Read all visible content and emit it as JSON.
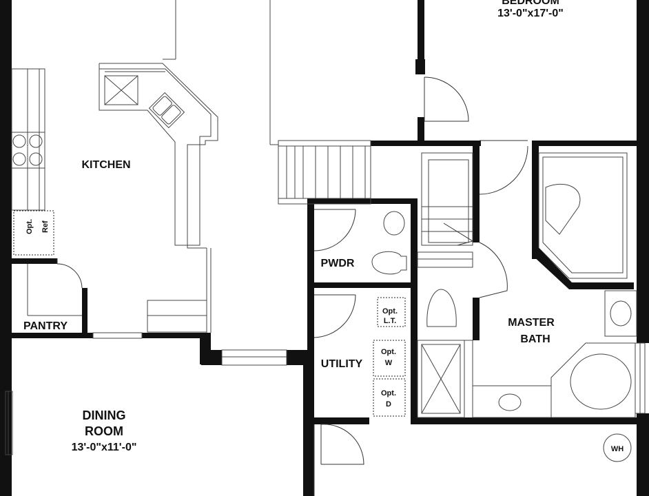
{
  "rooms": {
    "bedroom_name": "BEDROOM",
    "bedroom_size": "13'-0\"x17'-0\"",
    "kitchen": "KITCHEN",
    "pantry": "PANTRY",
    "pwdr": "PWDR",
    "utility": "UTILITY",
    "master_bath_line1": "MASTER",
    "master_bath_line2": "BATH",
    "dining_line1": "DINING",
    "dining_line2": "ROOM",
    "dining_size": "13'-0\"x11'-0\""
  },
  "fixtures": {
    "opt": "Opt.",
    "ref": "Ref",
    "lt": "L.T.",
    "washer": "W",
    "dryer": "D",
    "water_heater": "WH"
  }
}
